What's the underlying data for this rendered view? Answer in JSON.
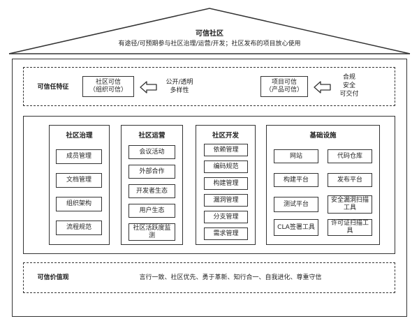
{
  "roof": {
    "title": "可信社区",
    "subtitle": "有途径/可预期参与社区治理/运营/开发；社区发布的项目放心使用"
  },
  "trust": {
    "label": "可信任特征",
    "left_box": {
      "line1": "社区可信",
      "line2": "（组织可信）"
    },
    "left_text": {
      "line1": "公开/透明",
      "line2": "多样性"
    },
    "right_box": {
      "line1": "项目可信",
      "line2": "（产品可信）"
    },
    "right_text": {
      "line1": "合规",
      "line2": "安全",
      "line3": "可交付"
    }
  },
  "columns": {
    "governance": {
      "title": "社区治理",
      "items": [
        "成员管理",
        "文档管理",
        "组织架构",
        "流程规范"
      ]
    },
    "operations": {
      "title": "社区运营",
      "items": [
        "会议活动",
        "外部合作",
        "开发者生态",
        "用户生态",
        "社区活跃度监测"
      ]
    },
    "development": {
      "title": "社区开发",
      "items": [
        "依赖管理",
        "编码规范",
        "构建管理",
        "漏洞管理",
        "分支管理",
        "需求管理"
      ]
    },
    "infrastructure": {
      "title": "基础设施",
      "items": [
        "网站",
        "代码仓库",
        "构建平台",
        "发布平台",
        "测试平台",
        "安全漏洞扫描工具",
        "CLA签署工具",
        "许可证扫描工具"
      ]
    }
  },
  "values": {
    "label": "可信价值观",
    "text": "言行一致、社区优先、勇于革新、知行合一、自我进化、尊重守信"
  }
}
